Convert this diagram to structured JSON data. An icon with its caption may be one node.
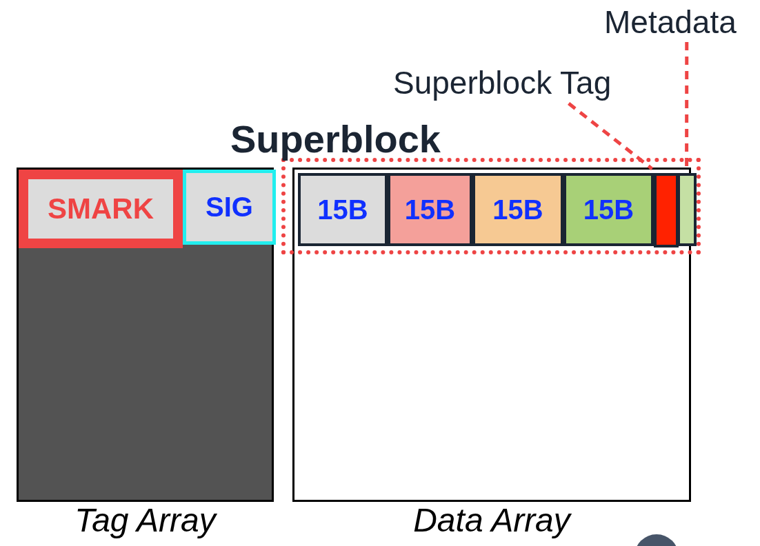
{
  "diagram": {
    "nodes": [
      {
        "text": [
          "Tag Array"
        ]
      },
      {
        "text": [
          "SMARK"
        ],
        "in": 0
      },
      {
        "text": [
          "SIG"
        ],
        "in": 0
      },
      {
        "text": [
          "Data Array"
        ]
      },
      {
        "text": [
          "Superblock"
        ]
      },
      {
        "text": [
          "15B"
        ],
        "in": 4
      },
      {
        "text": [
          "15B"
        ],
        "in": 4
      },
      {
        "text": [
          "15B"
        ],
        "in": 4
      },
      {
        "text": [
          "15B"
        ],
        "in": 4
      },
      {
        "text": [],
        "shape": "bar",
        "in": 4
      },
      {
        "text": [],
        "shape": "bar",
        "in": 4
      },
      {
        "text": [
          "Superblock Tag"
        ]
      },
      {
        "text": [
          "Metadata"
        ]
      }
    ],
    "edges": [
      {
        "from": 11,
        "to": 9,
        "arrow": "none",
        "style": "dashed",
        "color": "#ee4444"
      },
      {
        "from": 12,
        "to": 10,
        "arrow": "none",
        "style": "dashed",
        "color": "#ee4444"
      }
    ]
  }
}
